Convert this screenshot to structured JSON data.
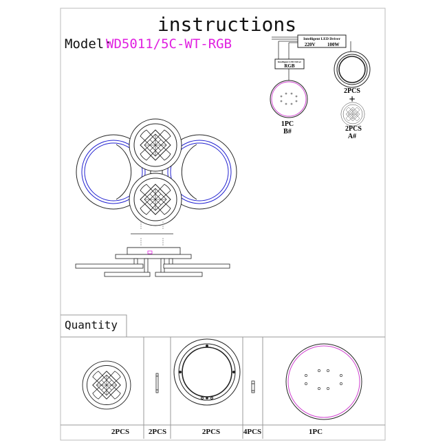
{
  "title": "instructions",
  "model": {
    "label": "Model:",
    "value": "WD5011/5C-WT-RGB"
  },
  "wiring": {
    "main_driver_title": "Intelligent LED Driver",
    "main_driver_voltage": "220V",
    "main_driver_power": "100W",
    "rgb_driver_title": "Intelligent LED Driver",
    "rgb_driver_label": "RGB",
    "b_qty": "1PC",
    "b_code": "B#",
    "ring_qty": "2PCS",
    "plus": "+",
    "a_qty": "2PCS",
    "a_code": "A#"
  },
  "quantity": {
    "heading": "Quantity",
    "items": [
      {
        "qty": "2PCS"
      },
      {
        "qty": "2PCS"
      },
      {
        "qty": "2PCS"
      },
      {
        "qty": "4PCS"
      },
      {
        "qty": "1PC"
      }
    ]
  },
  "colors": {
    "model": "#e020e0",
    "rgb_ring": "#d040d0",
    "blue_ring": "#2020d0",
    "line": "#222222",
    "frame": "#bbbbbb"
  }
}
